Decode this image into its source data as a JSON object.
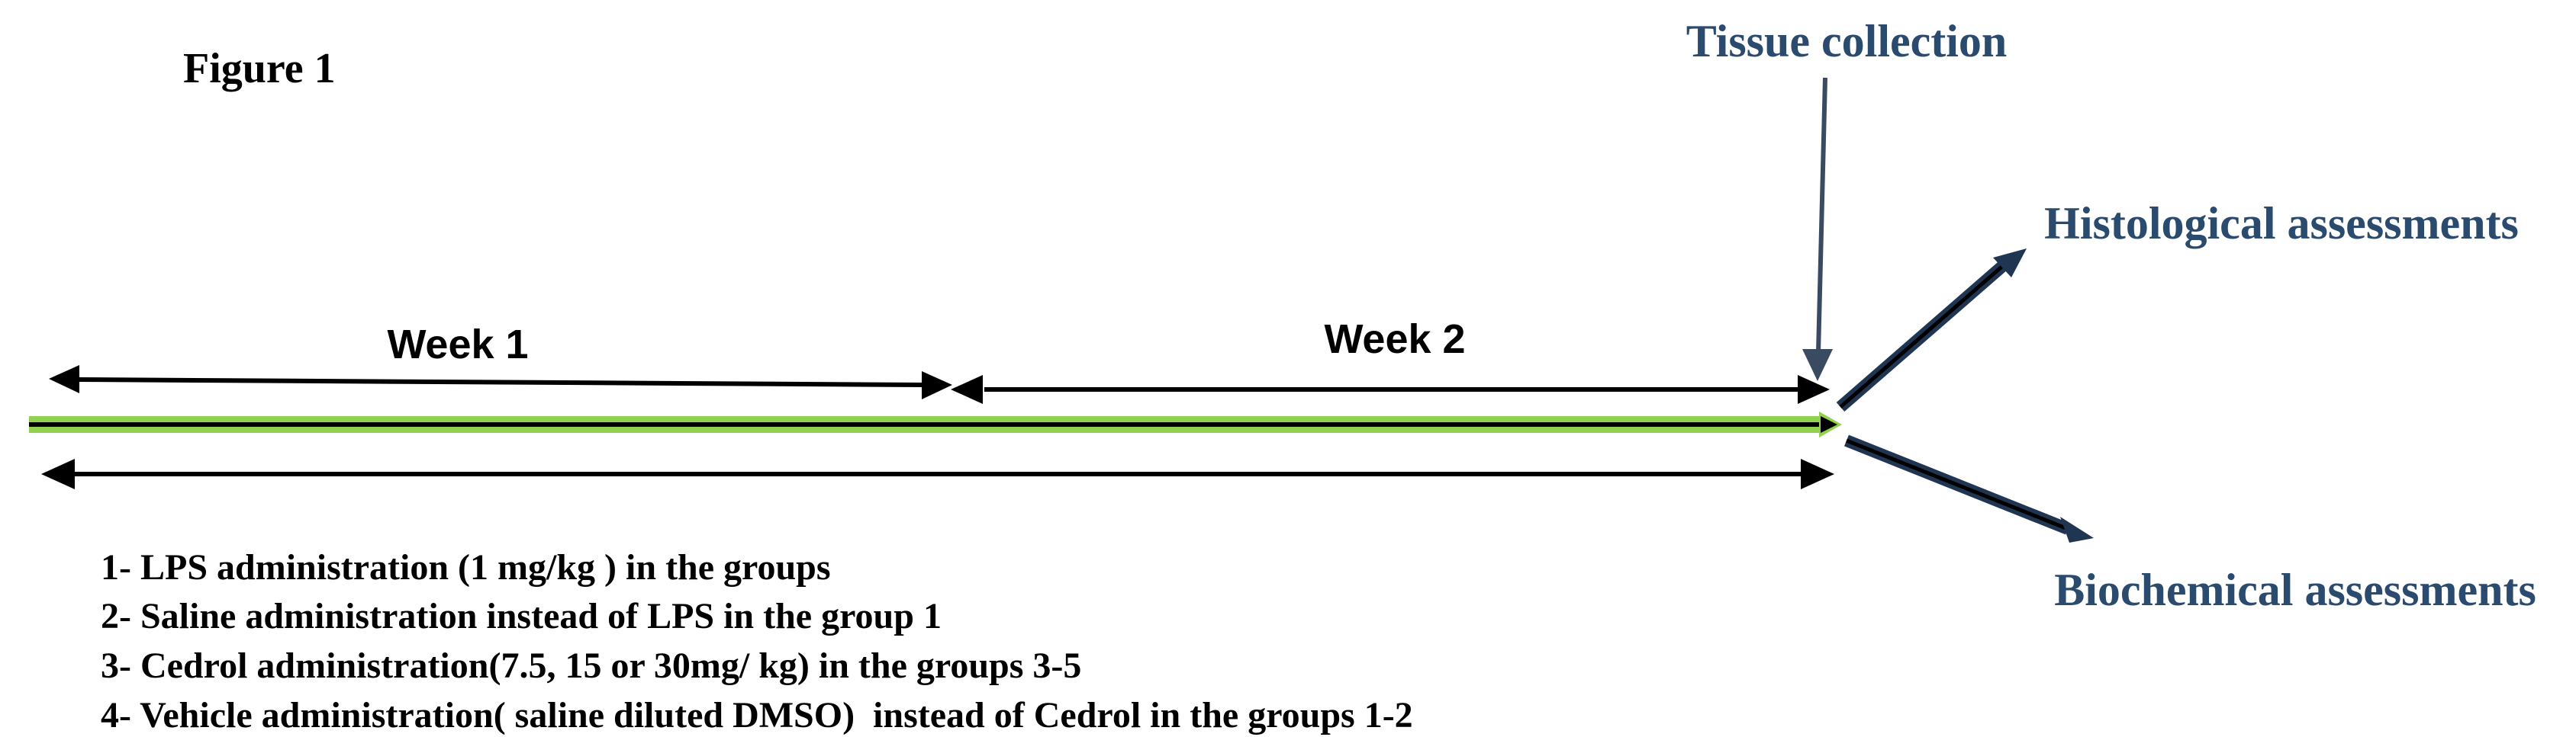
{
  "figure_label": "Figure 1",
  "timeline": {
    "week1_label": "Week 1",
    "week2_label": "Week 2"
  },
  "outcomes": {
    "tissue_collection": "Tissue collection",
    "histological": "Histological assessments",
    "biochemical": "Biochemical assessments"
  },
  "protocol_steps": [
    "1- LPS administration (1 mg/kg ) in the groups",
    "2- Saline administration instead of LPS in the group 1",
    "3- Cedrol administration(7.5, 15 or 30mg/ kg) in the groups 3-5",
    "4- Vehicle administration( saline diluted DMSO)  instead of Cedrol in the groups 1-2"
  ],
  "colors": {
    "arrow_black": "#000000",
    "timeline_green": "#92d050",
    "outcome_blue": "#2a4a6e",
    "pointer_gray": "#3a4a60",
    "navy_arrow": "#1f3552"
  }
}
